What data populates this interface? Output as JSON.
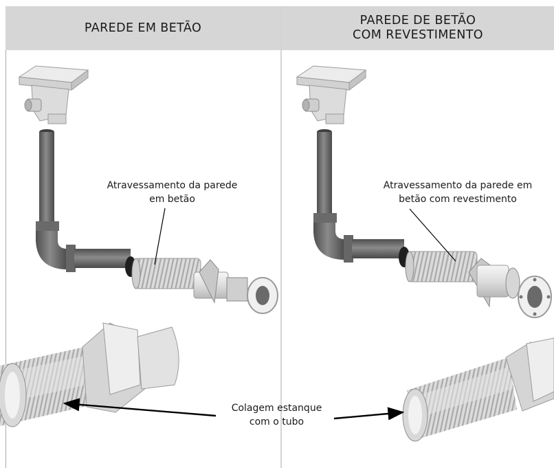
{
  "columns": {
    "left": {
      "header_lines": [
        "PAREDE EM BETÃO"
      ]
    },
    "right": {
      "header_lines": [
        "PAREDE DE BETÃO",
        "COM REVESTIMENTO"
      ]
    }
  },
  "callouts": {
    "left": [
      "Atravessamento da parede",
      "em betão"
    ],
    "right": [
      "Atravessamento da parede em",
      "betão com revestimento"
    ],
    "bottom": [
      "Colagem estanque",
      "com o tubo"
    ]
  },
  "colors": {
    "header_bg": "#d6d6d6",
    "divider": "#aaaaaa",
    "pipe": "#6b6b6b",
    "fitting": "#dcdcdc",
    "text": "#1a1a1a"
  }
}
